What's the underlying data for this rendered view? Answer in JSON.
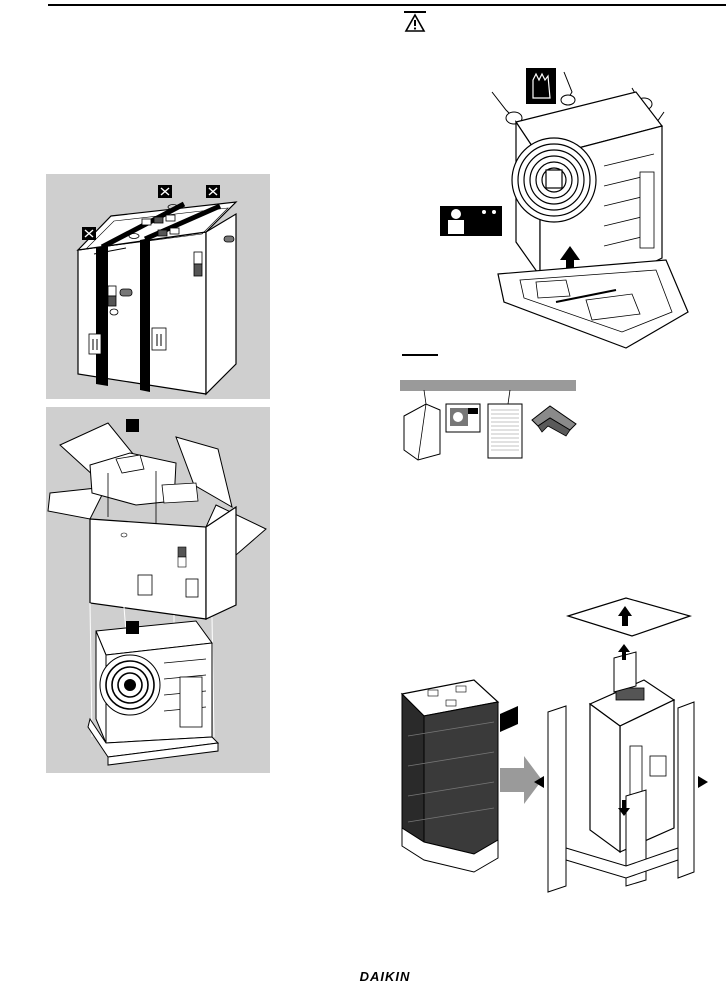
{
  "page": {
    "brand": "DAIKIN",
    "has_top_rule": true
  },
  "figures": {
    "box_strapped": {
      "kind": "illustration",
      "icon": "scissors-icon",
      "icon_count": 3
    },
    "box_unpacking": {
      "kind": "illustration",
      "callouts": 2
    },
    "unit_lift": {
      "kind": "illustration",
      "icons": [
        "warning-icon",
        "gloves-icon",
        "two-persons-icon"
      ]
    },
    "accessories": {
      "kind": "illustration",
      "items": [
        "manual-booklet",
        "card",
        "label-sheet",
        "wedge-piece"
      ]
    },
    "indoor_unit_unpacking": {
      "kind": "illustration"
    }
  },
  "colors": {
    "panel_gray": "#cfcfcf",
    "ink": "#000000",
    "white": "#ffffff",
    "arrow_gray": "#9a9a9a"
  }
}
